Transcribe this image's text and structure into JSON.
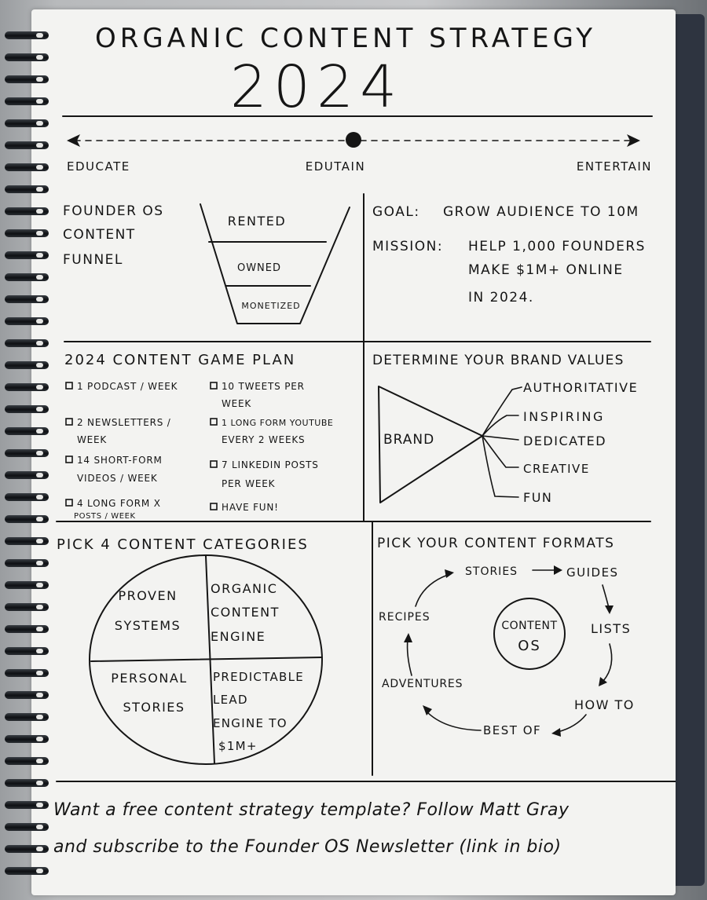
{
  "header": {
    "title": "ORGANIC CONTENT STRATEGY",
    "year": "2024"
  },
  "spectrum": {
    "left": "EDUCATE",
    "center": "EDUTAIN",
    "right": "ENTERTAIN"
  },
  "funnel": {
    "heading": [
      "FOUNDER OS",
      "CONTENT",
      "FUNNEL"
    ],
    "levels": [
      "RENTED",
      "OWNED",
      "MONETIZED"
    ]
  },
  "goal": {
    "goal_label": "GOAL:",
    "goal_text": "GROW AUDIENCE TO 10M",
    "mission_label": "MISSION:",
    "mission_lines": [
      "HELP 1,000 FOUNDERS",
      "MAKE $1M+ ONLINE",
      "IN 2024."
    ]
  },
  "game_plan": {
    "heading": "2024 CONTENT GAME PLAN",
    "left_items": [
      [
        "1 PODCAST / WEEK"
      ],
      [
        "2 NEWSLETTERS /",
        "WEEK"
      ],
      [
        "14 SHORT-FORM",
        "VIDEOS / WEEK"
      ],
      [
        "4 LONG FORM X",
        "POSTS / WEEK"
      ]
    ],
    "right_items": [
      [
        "10 TWEETS PER",
        "WEEK"
      ],
      [
        "1 LONG FORM YOUTUBE",
        "EVERY 2 WEEKS"
      ],
      [
        "7 LINKEDIN POSTS",
        "PER WEEK"
      ],
      [
        "HAVE FUN!"
      ]
    ]
  },
  "brand_values": {
    "heading": "DETERMINE YOUR BRAND VALUES",
    "center": "BRAND",
    "values": [
      "AUTHORITATIVE",
      "INSPIRING",
      "DEDICATED",
      "CREATIVE",
      "FUN"
    ]
  },
  "categories": {
    "heading": "PICK 4 CONTENT CATEGORIES",
    "quadrants": [
      [
        "PROVEN",
        "SYSTEMS"
      ],
      [
        "ORGANIC",
        "CONTENT",
        "ENGINE"
      ],
      [
        "PERSONAL",
        "STORIES"
      ],
      [
        "PREDICTABLE",
        "LEAD",
        "ENGINE TO",
        "$1M+"
      ]
    ]
  },
  "formats": {
    "heading": "PICK YOUR CONTENT FORMATS",
    "center": [
      "CONTENT",
      "OS"
    ],
    "items": [
      "STORIES",
      "GUIDES",
      "LISTS",
      "HOW TO",
      "BEST OF",
      "ADVENTURES",
      "RECIPES"
    ]
  },
  "footer": {
    "lines": [
      "Want a free content strategy template? Follow Matt Gray",
      "and subscribe to the Founder OS Newsletter (link in bio)"
    ]
  }
}
